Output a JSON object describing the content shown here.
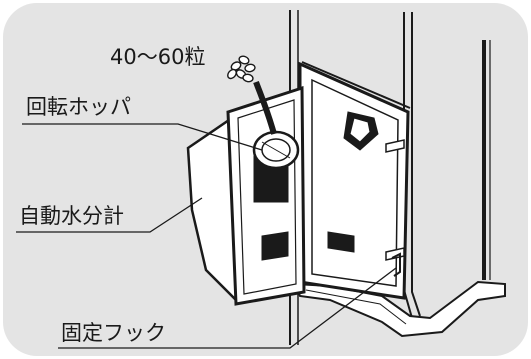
{
  "labels": {
    "quantity": "40〜60粒",
    "rotary_hopper": "回転ホッパ",
    "auto_moisture_meter": "自動水分計",
    "fixing_hook": "固定フック"
  },
  "colors": {
    "panel_background": "#e4e4e4",
    "ink": "#1a1a1a",
    "paper": "#ffffff"
  }
}
